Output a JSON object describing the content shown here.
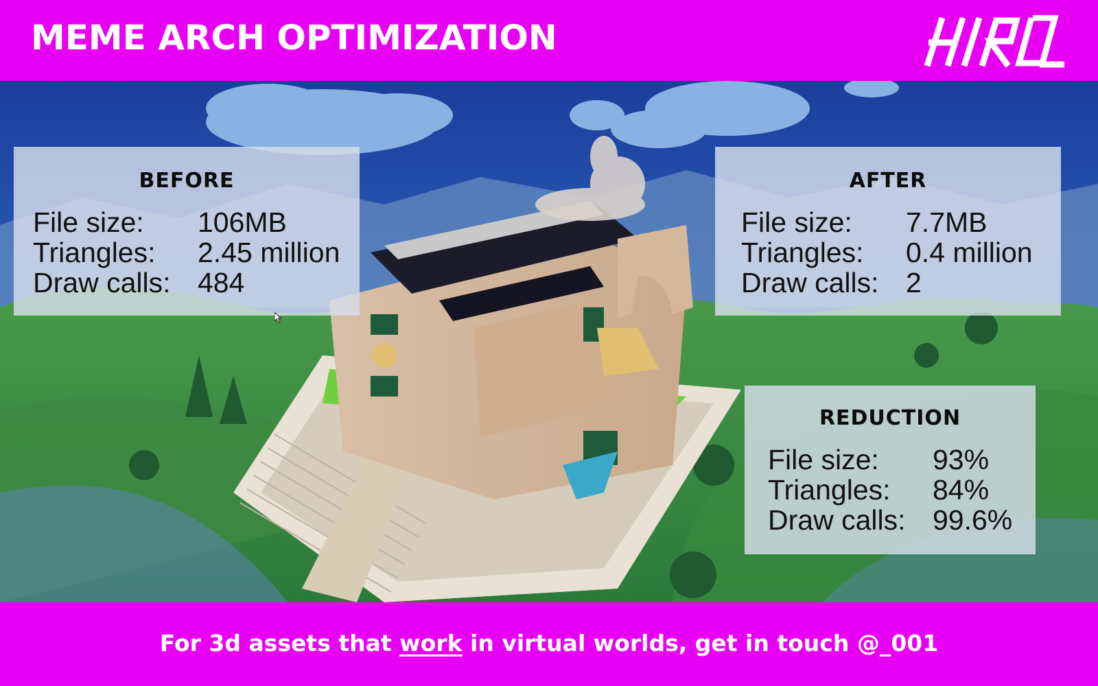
{
  "header": {
    "title": "MEME ARCH OPTIMIZATION",
    "logo_icon": "hiro-logo"
  },
  "before": {
    "heading": "BEFORE",
    "rows": [
      {
        "label": "File size:",
        "value": "106MB"
      },
      {
        "label": "Triangles:",
        "value": "2.45 million"
      },
      {
        "label": "Draw calls:",
        "value": "484"
      }
    ]
  },
  "after": {
    "heading": "AFTER",
    "rows": [
      {
        "label": "File size:",
        "value": "7.7MB"
      },
      {
        "label": "Triangles:",
        "value": "0.4 million"
      },
      {
        "label": "Draw calls:",
        "value": "2"
      }
    ]
  },
  "reduction": {
    "heading": "REDUCTION",
    "rows": [
      {
        "label": "File size:",
        "value": "93%"
      },
      {
        "label": "Triangles:",
        "value": "84%"
      },
      {
        "label": "Draw calls:",
        "value": "99.6%"
      }
    ]
  },
  "footer": {
    "text_before": "For 3d assets that ",
    "text_link": "work",
    "text_after": " in virtual worlds, get in touch @_001"
  },
  "colors": {
    "brand_magenta": "#e800f5",
    "sky": "#1f4aa6",
    "panel": "#d7deea"
  }
}
